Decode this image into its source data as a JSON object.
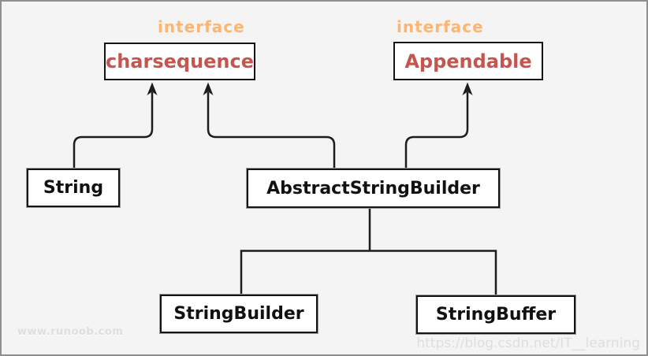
{
  "colors": {
    "background": "#f4f4f4",
    "frame_border": "#8f8f8f",
    "box_background": "#ffffff",
    "box_border": "#141414",
    "line": "#1c1c1c",
    "interface_stereotype": "#fcb674",
    "interface_name": "#c6554f",
    "class_name": "#111111",
    "watermark": "#dedede"
  },
  "nodes": {
    "charsequence": {
      "stereotype": "interface",
      "label": "charsequence"
    },
    "appendable": {
      "stereotype": "interface",
      "label": "Appendable"
    },
    "string": {
      "label": "String"
    },
    "abstract_string_builder": {
      "label": "AbstractStringBuilder"
    },
    "string_builder": {
      "label": "StringBuilder"
    },
    "string_buffer": {
      "label": "StringBuffer"
    }
  },
  "relations": [
    {
      "from": "String",
      "to": "charsequence",
      "kind": "implements-arrow"
    },
    {
      "from": "AbstractStringBuilder",
      "to": "charsequence",
      "kind": "implements-arrow"
    },
    {
      "from": "AbstractStringBuilder",
      "to": "Appendable",
      "kind": "implements-arrow"
    },
    {
      "from": "AbstractStringBuilder",
      "to": "StringBuilder",
      "kind": "parent-of-line"
    },
    {
      "from": "AbstractStringBuilder",
      "to": "StringBuffer",
      "kind": "parent-of-line"
    }
  ],
  "watermarks": {
    "bottom_left": "www.runoob.com",
    "bottom_right": "https://blog.csdn.net/IT__learning"
  }
}
